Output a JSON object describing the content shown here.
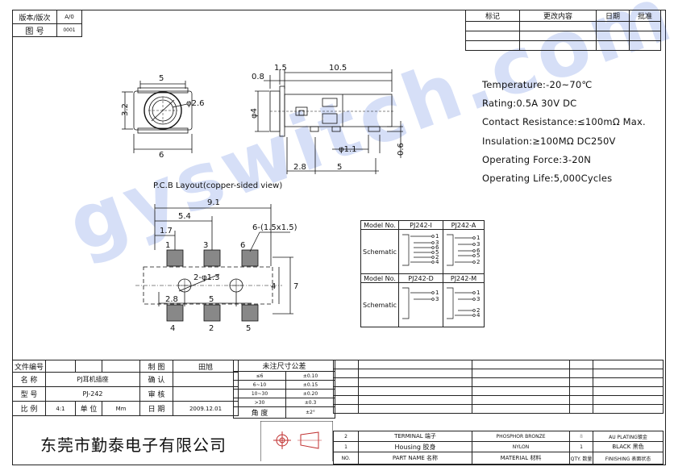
{
  "header_left": {
    "version_label": "版本/版次",
    "version_value": "A/0",
    "drawing_no_label": "图 号",
    "drawing_no_value": "0001"
  },
  "revision_table": {
    "headers": [
      "标记",
      "更改内容",
      "日期",
      "批准"
    ]
  },
  "drawing": {
    "top_dims": {
      "w5": "5",
      "h32": "3.2",
      "dia26": "φ2.6",
      "w6": "6"
    },
    "side_dims": {
      "d08": "0.8",
      "d15": "1.5",
      "d105": "10.5",
      "d4": "φ4",
      "d11": "φ1.1",
      "d06": "0.6",
      "d28": "2.8",
      "d5": "5"
    },
    "pcb_title": "P.C.B Layout(copper-sided view)",
    "pcb_dims": {
      "d91": "9.1",
      "d54": "5.4",
      "d17": "1.7",
      "pad": "6-(1.5x1.5)",
      "hole": "2-φ1.3",
      "d28": "2.8",
      "d5": "5",
      "d7": "7",
      "d4": "4"
    },
    "pins_top": [
      "1",
      "3",
      "6"
    ],
    "pins_bottom": [
      "4",
      "2",
      "5"
    ]
  },
  "specs": [
    "Temperature:-20~70℃",
    "Rating:0.5A  30V  DC",
    "Contact Resistance:≤100mΩ  Max.",
    "Insulation:≥100MΩ  DC250V",
    "Operating Force:3-20N",
    "Operating Life:5,000Cycles"
  ],
  "model_table": {
    "model_label": "Model No.",
    "schematic_label": "Schematic",
    "models_row1": [
      "PJ242-I",
      "PJ242-A"
    ],
    "models_row2": [
      "PJ242-D",
      "PJ242-M"
    ],
    "pins_a": [
      "1",
      "3",
      "6",
      "5",
      "2",
      "4"
    ],
    "pins_b": [
      "1",
      "3",
      "6",
      "5",
      "2"
    ],
    "pins_c": [
      "1",
      "3"
    ],
    "pins_d": [
      "1",
      "3",
      "2",
      "4"
    ]
  },
  "title_block": {
    "file_no_label": "文件编号",
    "name_label": "名 称",
    "name_value": "PJ耳机插座",
    "model_label": "型 号",
    "model_value": "PJ-242",
    "scale_label": "比 例",
    "scale_value": "4:1",
    "unit_label": "单 位",
    "unit_value": "Mm",
    "draw_label": "制 图",
    "draw_value": "田旭",
    "confirm_label": "确 认",
    "review_label": "审 核",
    "date_label": "日 期",
    "date_value": "2009.12.01",
    "tolerance_title": "未注尺寸公差",
    "tolerances": [
      [
        "≤6",
        "±0.10"
      ],
      [
        "6~10",
        "±0.15"
      ],
      [
        "10~30",
        "±0.20"
      ],
      [
        ">30",
        "±0.3"
      ],
      [
        "角 度",
        "±2°"
      ]
    ],
    "company": "东莞市勤泰电子有限公司"
  },
  "bom": {
    "rows": [
      [
        "2",
        "TERMINAL  端子",
        "PHOSPHOR BRONZE",
        "8",
        "AU PLATING镀金"
      ],
      [
        "1",
        "Housing  胶身",
        "NYLON",
        "1",
        "BLACK 黑色"
      ]
    ],
    "headers": [
      "NO.",
      "PART NAME 名称",
      "MATERIAL 材料",
      "QTY. 数量",
      "FINISHING 表面状态"
    ]
  },
  "watermark": "gyswitch.com"
}
